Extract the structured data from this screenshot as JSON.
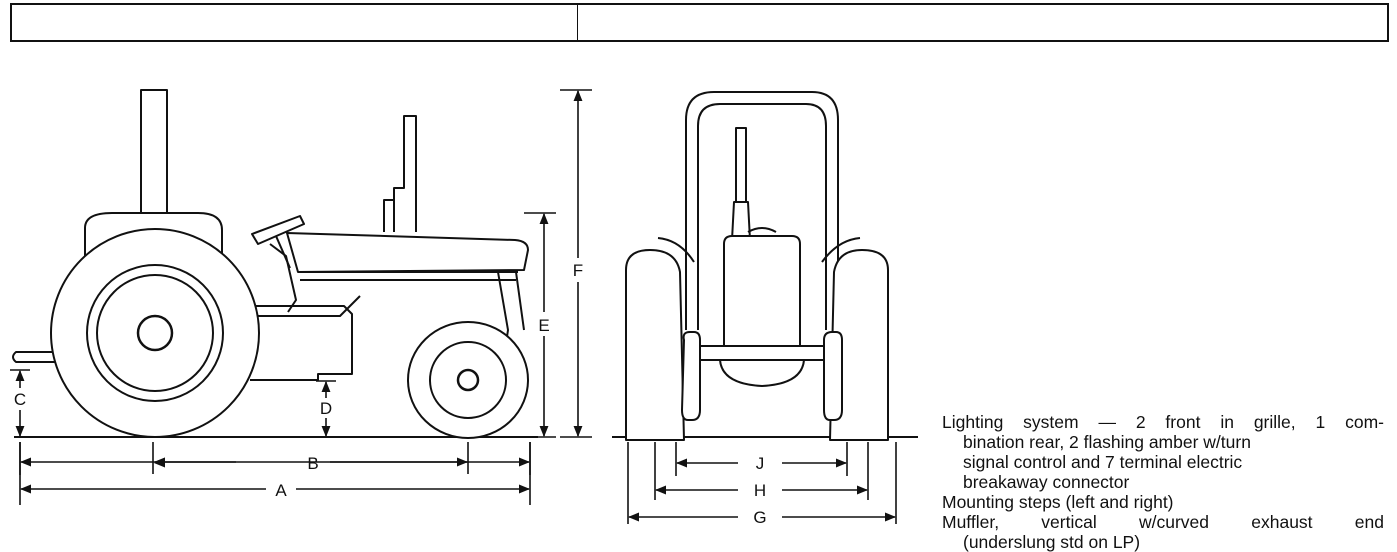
{
  "dimension_labels": {
    "A": "A",
    "B": "B",
    "C": "C",
    "D": "D",
    "E": "E",
    "F": "F",
    "G": "G",
    "H": "H",
    "J": "J"
  },
  "notes": [
    {
      "first_line": "Lighting system — 2 front in grille, 1 com-",
      "continuation": [
        "bination rear, 2 flashing amber w/turn",
        "signal control and 7 terminal electric",
        "breakaway connector"
      ]
    },
    {
      "first_line": "Mounting steps (left and right)",
      "continuation": []
    },
    {
      "first_line": "Muffler, vertical w/curved exhaust end",
      "continuation": [
        "(underslung std on LP)"
      ]
    }
  ]
}
